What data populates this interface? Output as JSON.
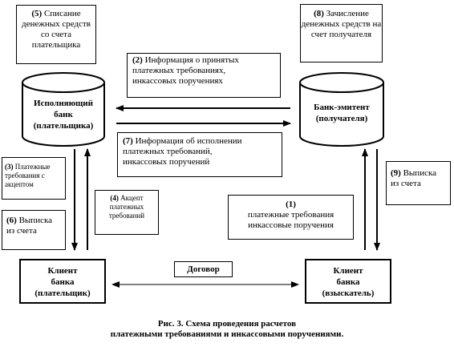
{
  "nodes": {
    "box5": {
      "num": "(5)",
      "text": "Списание денежных средств со счета плательщика"
    },
    "box8": {
      "num": "(8)",
      "text": "Зачисление денежных средств на счет получателя"
    },
    "box2": {
      "num": "(2)",
      "line1": "Информация о принятых",
      "line2": "платежных требованиях,",
      "line3": "инкассовых поручениях"
    },
    "box7": {
      "num": "(7)",
      "line1": "Информация об исполнении",
      "line2": "платежных требований,",
      "line3": "инкассовых поручений"
    },
    "box3": {
      "num": "(3)",
      "text": "Платежные требования с акцептом"
    },
    "box4": {
      "num": "(4)",
      "text": "Акцепт платежных требований"
    },
    "box6": {
      "num": "(6)",
      "line1": "Выписка",
      "line2": "из счета"
    },
    "box9": {
      "num": "(9)",
      "line1": "Выписка",
      "line2": "из счета"
    },
    "box1": {
      "num": "(1)",
      "line1": "платежные требования",
      "line2": "инкассовые поручения"
    },
    "contract": {
      "label": "Договор"
    },
    "bank_left": {
      "line1": "Исполняющий",
      "line2": "банк",
      "line3": "(плательщика)"
    },
    "bank_right": {
      "line1": "Банк-эмитент",
      "line2": "(получателя)"
    },
    "client_left": {
      "line1": "Клиент",
      "line2": "банка",
      "line3": "(плательщик)"
    },
    "client_right": {
      "line1": "Клиент",
      "line2": "банка",
      "line3": "(взыскатель)"
    }
  },
  "caption": {
    "line1": "Рис. 3. Схема проведения расчетов",
    "line2": "платежными требованиями и инкассовыми поручениями."
  }
}
